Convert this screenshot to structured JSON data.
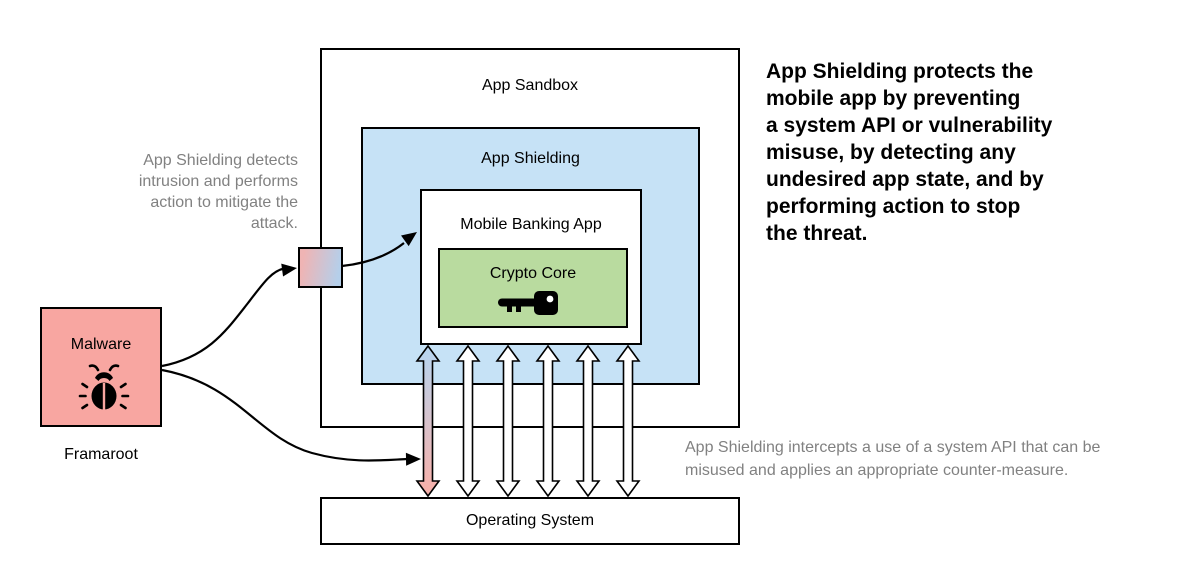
{
  "diagram": {
    "sandbox_label": "App Sandbox",
    "shielding_label": "App Shielding",
    "mobile_app_label": "Mobile Banking App",
    "crypto_label": "Crypto Core",
    "os_label": "Operating System",
    "malware_label": "Malware",
    "malware_caption": "Framaroot"
  },
  "annotations": {
    "detect": "App Shielding detects\nintrusion and performs\naction to mitigate the\nattack.",
    "protect": "App Shielding protects the\nmobile app by preventing\na system API or vulnerability\nmisuse, by detecting any\nundesired app state, and by\nperforming action to stop\nthe threat.",
    "intercept": "App Shielding intercepts a use of a system API that can be\nmisused and applies an appropriate counter-measure."
  },
  "icons": {
    "malware": "bug-icon",
    "crypto": "key-icon"
  },
  "colors": {
    "shielding_fill": "#c6e2f6",
    "crypto_fill": "#b9db9f",
    "malware_fill": "#f8a6a1",
    "square_pink": "#efb4b4",
    "square_blue": "#b5cfea",
    "arrow_grad_blue": "#b9d4ee",
    "arrow_grad_pink": "#f6b1ab",
    "annotation_gray": "#818181",
    "line_black": "#000000"
  }
}
